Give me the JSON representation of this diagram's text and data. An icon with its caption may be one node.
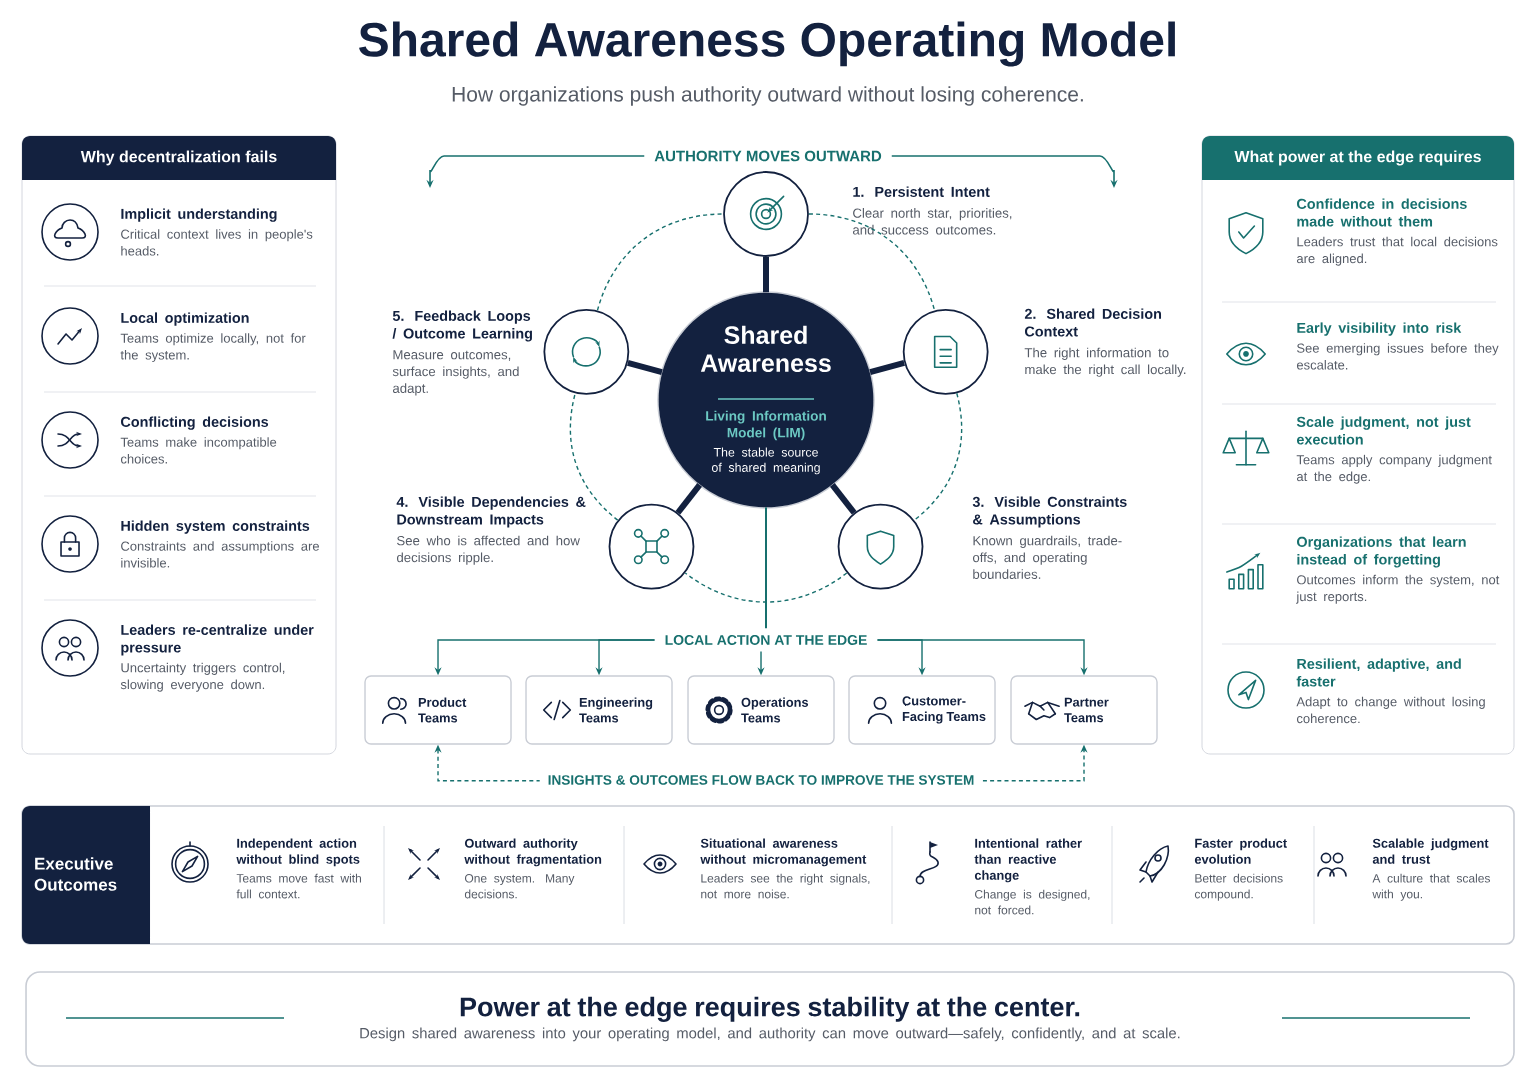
{
  "diagram": {
    "title": "Shared Awareness Operating Model",
    "nodes": [
      {
        "text": [
          "Why decentralization fails"
        ]
      },
      {
        "text": [
          "Implicit understanding",
          "Critical context lives in people's heads."
        ],
        "in": 0
      },
      {
        "text": [
          "Local optimization",
          "Teams optimize locally, not for the system."
        ],
        "in": 0
      },
      {
        "text": [
          "Conflicting decisions",
          "Teams make incompatible choices."
        ],
        "in": 0
      },
      {
        "text": [
          "Hidden system constraints",
          "Constraints and assumptions are invisible."
        ],
        "in": 0
      },
      {
        "text": [
          "Leaders re-centralize under pressure",
          "Uncertainty triggers control, slowing everyone down."
        ],
        "in": 0
      },
      {
        "text": [
          "Shared Awareness",
          "Living Information Model (LIM)",
          "The stable source of shared meaning"
        ]
      },
      {
        "text": [],
        "shape": "circle",
        "beside": [
          "1. Persistent Intent",
          "Clear north star, priorities, and success outcomes."
        ]
      },
      {
        "text": [],
        "shape": "circle",
        "beside": [
          "2. Shared Decision Context",
          "The right information to make the right call locally."
        ]
      },
      {
        "text": [],
        "shape": "circle",
        "beside": [
          "3. Visible Constraints & Assumptions",
          "Known guardrails, trade-offs, and operating boundaries."
        ]
      },
      {
        "text": [],
        "shape": "circle",
        "beside": [
          "4. Visible Dependencies & Downstream Impacts",
          "See who is affected and how decisions ripple."
        ]
      },
      {
        "text": [],
        "shape": "circle",
        "beside": [
          "5. Feedback Loops / Outcome Learning",
          "Measure outcomes, surface insights, and adapt."
        ]
      },
      {
        "text": [
          "Product Teams"
        ]
      },
      {
        "text": [
          "Engineering Teams"
        ]
      },
      {
        "text": [
          "Operations Teams"
        ]
      },
      {
        "text": [
          "Customer-Facing Teams"
        ]
      },
      {
        "text": [
          "Partner Teams"
        ]
      },
      {
        "text": [
          "What power at the edge requires"
        ]
      },
      {
        "text": [
          "Confidence in decisions made without them",
          "Leaders trust that local decisions are aligned."
        ],
        "in": 17
      },
      {
        "text": [
          "Early visibility into risk",
          "See emerging issues before they escalate."
        ],
        "in": 17
      },
      {
        "text": [
          "Scale judgment, not just execution",
          "Teams apply company judgment at the edge."
        ],
        "in": 17
      },
      {
        "text": [
          "Organizations that learn instead of forgetting",
          "Outcomes inform the system, not just reports."
        ],
        "in": 17
      },
      {
        "text": [
          "Resilient, adaptive, and faster",
          "Adapt to change without losing coherence."
        ],
        "in": 17
      },
      {
        "text": [
          "Executive Outcomes"
        ]
      },
      {
        "text": [
          "Independent action without blind spots",
          "Teams move fast with full context."
        ],
        "in": 23
      },
      {
        "text": [
          "Outward authority without fragmentation",
          "One system. Many decisions."
        ],
        "in": 23
      },
      {
        "text": [
          "Situational awareness without micromanagement",
          "Leaders see the right signals, not more noise."
        ],
        "in": 23
      },
      {
        "text": [
          "Intentional rather than reactive change",
          "Change is designed, not forced."
        ],
        "in": 23
      },
      {
        "text": [
          "Faster product evolution",
          "Better decisions compound."
        ],
        "in": 23
      },
      {
        "text": [
          "Scalable judgment and trust",
          "A culture that scales with you."
        ],
        "in": 23
      },
      {
        "text": [
          "Power at the edge requires stability at the center.",
          "Design shared awareness into your operating model, and authority can move outward—safely, confidently, and at scale."
        ]
      }
    ],
    "edges": [
      {
        "from": 6,
        "to": 7,
        "arrow": "none",
        "style": "thick",
        "color": "#13213f"
      },
      {
        "from": 6,
        "to": 8,
        "arrow": "none",
        "style": "thick",
        "color": "#13213f"
      },
      {
        "from": 6,
        "to": 9,
        "arrow": "none",
        "style": "thick",
        "color": "#13213f"
      },
      {
        "from": 6,
        "to": 10,
        "arrow": "none",
        "style": "thick",
        "color": "#13213f"
      },
      {
        "from": 6,
        "to": 11,
        "arrow": "none",
        "style": "thick",
        "color": "#13213f"
      },
      {
        "from": 7,
        "to": 8,
        "arrow": "none",
        "style": "dashed"
      },
      {
        "from": 8,
        "to": 9,
        "arrow": "none",
        "style": "dashed"
      },
      {
        "from": 9,
        "to": 10,
        "arrow": "none",
        "style": "dashed"
      },
      {
        "from": 10,
        "to": 11,
        "arrow": "none",
        "style": "dashed"
      },
      {
        "from": 11,
        "to": 7,
        "arrow": "none",
        "style": "dashed"
      },
      {
        "from": 6,
        "to": 12,
        "arrow": "to"
      },
      {
        "from": 6,
        "to": 13,
        "arrow": "to"
      },
      {
        "from": 6,
        "to": 14,
        "arrow": "to"
      },
      {
        "from": 6,
        "to": 15,
        "arrow": "to"
      },
      {
        "from": 6,
        "to": 16,
        "arrow": "to"
      },
      {
        "from": 12,
        "to": 16,
        "arrow": "both",
        "style": "dashed",
        "label": "INSIGHTS & OUTCOMES FLOW BACK TO IMPROVE THE SYSTEM"
      }
    ],
    "labels": [
      "How organizations push authority outward without losing coherence.",
      "AUTHORITY MOVES OUTWARD",
      "LOCAL ACTION AT THE EDGE"
    ]
  }
}
